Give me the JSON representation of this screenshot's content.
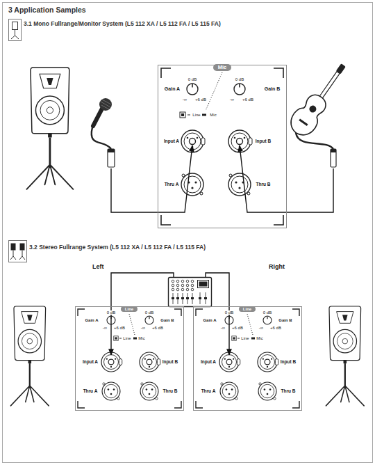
{
  "diagram": {
    "title": "3 Application Samples",
    "nodes": [
      {
        "text": [
          "Mic",
          "Gain A",
          "0 dB",
          "-∞",
          "+6 dB",
          "0 dB",
          "-∞",
          "+6 dB",
          "Gain B",
          "Line",
          "Mic",
          "Input A",
          "Input B",
          "Thru A",
          "Thru B"
        ]
      },
      {
        "text": [
          "Line",
          "Gain A",
          "0 dB",
          "-∞",
          "+6 dB",
          "0 dB",
          "-∞",
          "+6 dB",
          "Gain B",
          "Line",
          "Mic",
          "Input A",
          "Input B",
          "Thru A",
          "Thru B"
        ]
      },
      {
        "text": [
          "Line",
          "Gain A",
          "0 dB",
          "-∞",
          "+6 dB",
          "0 dB",
          "-∞",
          "+6 dB",
          "Gain B",
          "Line",
          "Mic",
          "Input A",
          "Input B",
          "Thru A",
          "Thru B"
        ]
      }
    ],
    "labels": [
      "3.1 Mono Fullrange/Monitor System (L5 112 XA / L5 112 FA / L5 115 FA)",
      "3.2 Stereo Fullrange System (L5 112 XA / L5 112 FA / L5 115 FA)",
      "Left",
      "Right"
    ]
  }
}
